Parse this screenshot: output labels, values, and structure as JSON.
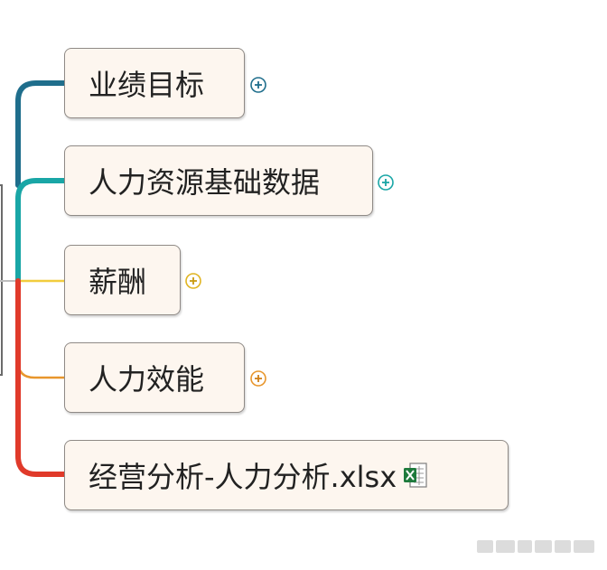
{
  "mindmap": {
    "branches": [
      {
        "label": "业绩目标",
        "color": "#1f6e8c",
        "collapsed": true
      },
      {
        "label": "人力资源基础数据",
        "color": "#19a6a6",
        "collapsed": true
      },
      {
        "label": "薪酬",
        "color": "#f2cc3d",
        "collapsed": true
      },
      {
        "label": "人力效能",
        "color": "#e8962c",
        "collapsed": true
      },
      {
        "label": "经营分析-人力分析.xlsx",
        "color": "#e03a2a",
        "collapsed": false,
        "attachment_icon": "excel-file-icon"
      }
    ],
    "expand_icon": "plus-circle-icon"
  }
}
